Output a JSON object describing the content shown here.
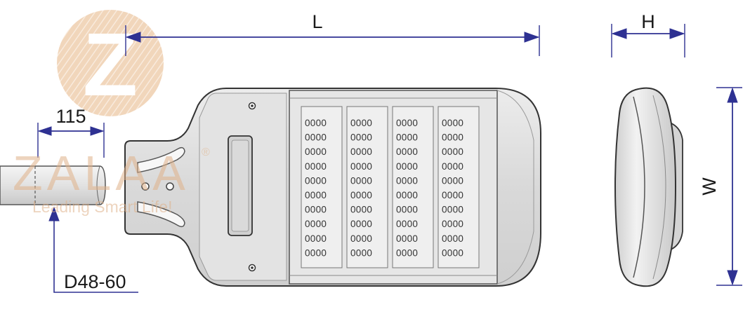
{
  "dimensions": {
    "length_label": "L",
    "height_label": "H",
    "width_label": "W",
    "spigot_length_label": "115",
    "pole_diameter_label": "D48-60"
  },
  "watermark": {
    "brand": "ZALAA",
    "registered": "®",
    "tagline": "Leading Smart Life!",
    "logo_letter": "Z"
  },
  "led_module": {
    "cell_text": "0000",
    "columns": 4,
    "rows_per_column": 10
  },
  "colors": {
    "dimension_line": "#2e3192",
    "outline": "#3c3c3c",
    "housing_fill": "#dcdcdc",
    "watermark": "#e8c3a0"
  }
}
